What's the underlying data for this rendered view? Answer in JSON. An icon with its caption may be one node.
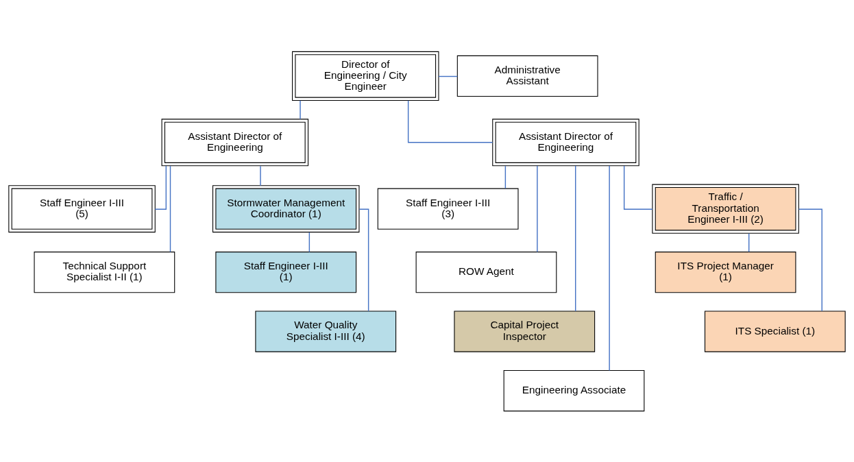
{
  "diagram": {
    "nodes": [
      {
        "text": [
          "Director of Engineering / City Engineer"
        ]
      },
      {
        "text": [
          "Administrative Assistant"
        ]
      },
      {
        "text": [
          "Assistant Director of Engineering"
        ]
      },
      {
        "text": [
          "Assistant Director of Engineering"
        ]
      },
      {
        "text": [
          "Staff Engineer I-III (5)"
        ]
      },
      {
        "text": [
          "Technical Support Specialist I-II (1)"
        ]
      },
      {
        "text": [
          "Stormwater Management Coordinator (1)"
        ]
      },
      {
        "text": [
          "Staff Engineer I-III (1)"
        ]
      },
      {
        "text": [
          "Water Quality Specialist I-III (4)"
        ]
      },
      {
        "text": [
          "Staff Engineer I-III (3)"
        ]
      },
      {
        "text": [
          "ROW Agent"
        ]
      },
      {
        "text": [
          "Capital Project Inspector"
        ]
      },
      {
        "text": [
          "Engineering Associate"
        ]
      },
      {
        "text": [
          "Traffic / Transportation Engineer I-III (2)"
        ]
      },
      {
        "text": [
          "ITS Project Manager (1)"
        ]
      },
      {
        "text": [
          "ITS Specialist (1)"
        ]
      }
    ],
    "edges": [
      {
        "from": 0,
        "to": 1,
        "arrow": "none"
      },
      {
        "from": 0,
        "to": 2,
        "arrow": "none"
      },
      {
        "from": 0,
        "to": 3,
        "arrow": "none"
      },
      {
        "from": 2,
        "to": 4,
        "arrow": "none"
      },
      {
        "from": 2,
        "to": 5,
        "arrow": "none"
      },
      {
        "from": 2,
        "to": 6,
        "arrow": "none"
      },
      {
        "from": 6,
        "to": 7,
        "arrow": "none"
      },
      {
        "from": 6,
        "to": 8,
        "arrow": "none"
      },
      {
        "from": 3,
        "to": 9,
        "arrow": "none"
      },
      {
        "from": 3,
        "to": 10,
        "arrow": "none"
      },
      {
        "from": 3,
        "to": 11,
        "arrow": "none"
      },
      {
        "from": 3,
        "to": 12,
        "arrow": "none"
      },
      {
        "from": 3,
        "to": 13,
        "arrow": "none"
      },
      {
        "from": 13,
        "to": 14,
        "arrow": "none"
      },
      {
        "from": 13,
        "to": 15,
        "arrow": "none"
      }
    ]
  }
}
